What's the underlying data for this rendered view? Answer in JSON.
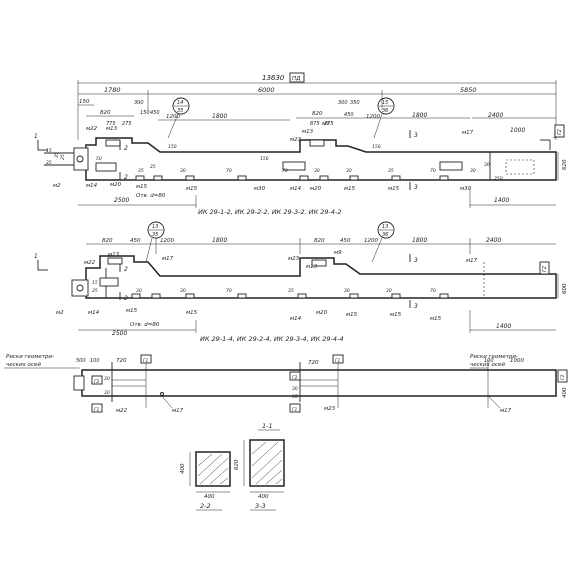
{
  "elevation_top": {
    "dim_total": "13630",
    "dim_total_tag": "ПД",
    "dim_top": [
      "1780",
      "6000",
      "5850"
    ],
    "dim_left": [
      "150",
      "820",
      "775",
      "275",
      "300",
      "150",
      "450",
      "1200"
    ],
    "dim_left_seg": "1800",
    "dim_mid": [
      "820",
      "875",
      "275",
      "300",
      "350",
      "450",
      "1200"
    ],
    "dim_mid_seg": "1800",
    "dim_right": [
      "2400",
      "1000"
    ],
    "callout_a": [
      "14",
      "35"
    ],
    "callout_b": [
      "15",
      "36"
    ],
    "marks_left": [
      "м22",
      "м13",
      "м2",
      "м14",
      "м20",
      "м15",
      "м15"
    ],
    "marks_mid": [
      "м9",
      "м13",
      "м23",
      "м30",
      "м14",
      "м20",
      "м15"
    ],
    "marks_right": [
      "м17",
      "м15",
      "м30"
    ],
    "section_labels": [
      "1",
      "1",
      "2",
      "2",
      "3",
      "3"
    ],
    "dims_small": [
      "15",
      "25",
      "50",
      "35",
      "25",
      "30",
      "70",
      "70",
      "30",
      "30",
      "35",
      "70",
      "30",
      "30",
      "150",
      "150",
      "150",
      "250"
    ],
    "dim_bottom": [
      "2500",
      "1400"
    ],
    "hole_note": "Отв. d=80",
    "side_height": "620",
    "end_tag": "Г2",
    "side_small": [
      "35",
      "25"
    ],
    "caption": "ИК 29-1-2, ИК 29-2-2, ИК 29-3-2, ИК 29-4-2"
  },
  "elevation_mid": {
    "dim_left": [
      "820",
      "450",
      "1200"
    ],
    "dim_left_seg": "1800",
    "dim_mid": [
      "820",
      "450",
      "1200"
    ],
    "dim_mid_seg": "1800",
    "dim_right": "2400",
    "callout_a": [
      "13",
      "35"
    ],
    "callout_b": [
      "13",
      "36"
    ],
    "marks": [
      "м22",
      "м13",
      "м17",
      "м2",
      "м14",
      "м15",
      "м15",
      "м23",
      "м13",
      "м9",
      "м14",
      "м20",
      "м15",
      "м17",
      "м15",
      "м15"
    ],
    "section_labels": [
      "1",
      "2",
      "2",
      "3",
      "3"
    ],
    "dims_small": [
      "30",
      "30",
      "70",
      "35",
      "30",
      "30",
      "70",
      "15",
      "25"
    ],
    "dim_bottom": [
      "2500",
      "1400"
    ],
    "hole_note": "Отв. d=80",
    "side_height": "600",
    "end_tag": "Г2",
    "caption": "ИК 29-1-4, ИК 29-2-4, ИК 29-3-4, ИК 29-4-4"
  },
  "plan": {
    "left_note": [
      "Риски геометри-",
      "ческих осей"
    ],
    "right_note": [
      "Риски геометри-",
      "ческих осей"
    ],
    "dims_left": [
      "500",
      "100"
    ],
    "dim_720_a": "720",
    "dim_720_b": "720",
    "dims_right": [
      "100",
      "1000"
    ],
    "marks": [
      "м22",
      "м17",
      "м23",
      "м17"
    ],
    "tags": [
      "Г1",
      "Г1",
      "Г2",
      "Г2",
      "Г1",
      "Г1",
      "Г2"
    ],
    "side_height": "400",
    "small": [
      "30",
      "30",
      "30",
      "30"
    ]
  },
  "sections": {
    "title_1": "1-1",
    "title_2": "2-2",
    "title_3": "3-3",
    "h_2": "400",
    "h_3": "620",
    "w_2": "400",
    "w_3": "400"
  }
}
